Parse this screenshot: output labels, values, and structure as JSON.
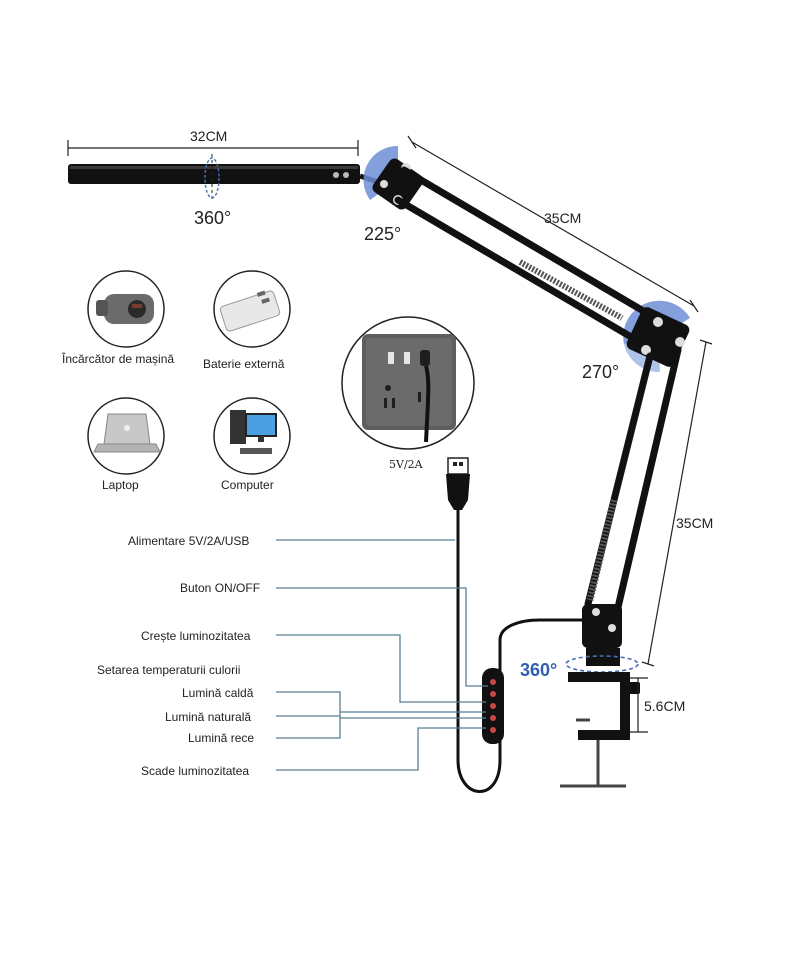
{
  "dimensions": {
    "head_length": "32CM",
    "upper_arm": "35CM",
    "lower_arm": "35CM",
    "clamp_height": "5.6CM"
  },
  "angles": {
    "head_rotation": "360°",
    "head_joint": "225°",
    "elbow_joint": "270°",
    "base_rotation": "360°"
  },
  "power_sources": [
    {
      "label": "Încărcător de mașină",
      "icon": "car-charger-icon"
    },
    {
      "label": "Baterie externă",
      "icon": "power-bank-icon"
    },
    {
      "label": "Laptop",
      "icon": "laptop-icon"
    },
    {
      "label": "Computer",
      "icon": "computer-icon"
    }
  ],
  "socket": {
    "caption": "5V/2A",
    "icon": "usb-wall-socket-icon"
  },
  "controls": {
    "power_supply": "Alimentare 5V/2A/USB",
    "on_off": "Buton ON/OFF",
    "brightness_up": "Crește luminozitatea",
    "color_temperature": "Setarea temperaturii culorii",
    "warm_light": "Lumină caldă",
    "natural_light": "Lumină naturală",
    "cold_light": "Lumină rece",
    "brightness_down": "Scade luminozitatea"
  },
  "colors": {
    "joint_highlight": "#6e8fd6",
    "leader_line": "#5a7f92",
    "lamp_body": "#111111"
  }
}
